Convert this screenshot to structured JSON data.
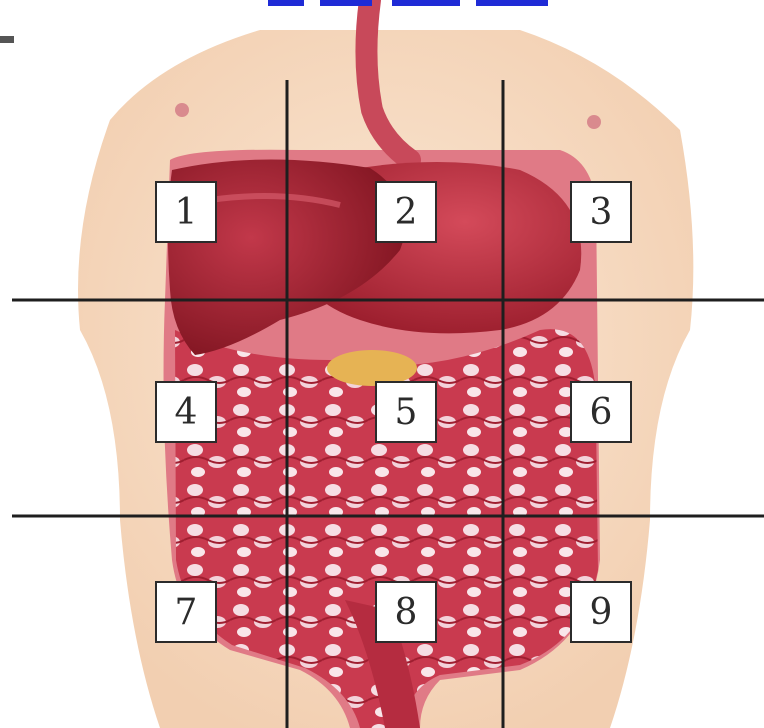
{
  "diagram": {
    "regions": [
      {
        "label": "1"
      },
      {
        "label": "2"
      },
      {
        "label": "3"
      },
      {
        "label": "4"
      },
      {
        "label": "5"
      },
      {
        "label": "6"
      },
      {
        "label": "7"
      },
      {
        "label": "8"
      },
      {
        "label": "9"
      }
    ]
  },
  "colors": {
    "skin": "#f6dcc3",
    "liver": "#9c1f2c",
    "stomach": "#b82a3a",
    "intestine": "#c8334a",
    "highlight": "#f7e6ea",
    "grid_line": "#1e1e1e",
    "title_fragment": "#1f2bd6"
  }
}
